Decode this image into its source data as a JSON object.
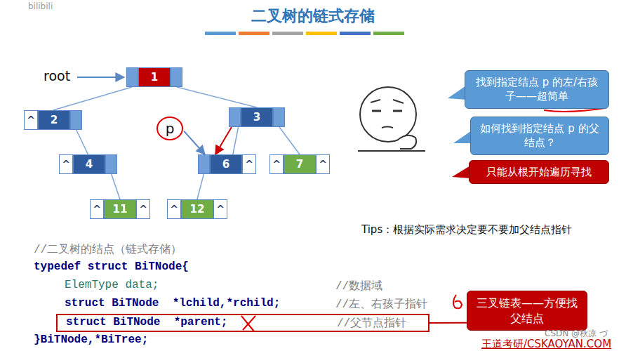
{
  "diagram": {
    "title": "二叉树的链式存储",
    "nodes": [
      {
        "text": [
          "1"
        ]
      },
      {
        "text": [
          "^",
          "2"
        ]
      },
      {
        "text": [
          "3"
        ]
      },
      {
        "text": [
          "p"
        ]
      },
      {
        "text": [
          "^",
          "4"
        ]
      },
      {
        "text": [
          "6",
          "^"
        ]
      },
      {
        "text": [
          "^",
          "7",
          "^"
        ]
      },
      {
        "text": [
          "^",
          "11",
          "^"
        ]
      },
      {
        "text": [
          "^",
          "12",
          "^"
        ]
      },
      {
        "text": [
          "找到指定结点 p 的左/右孩子——超简单"
        ]
      },
      {
        "text": [
          "如何找到指定结点 p 的父结点？"
        ]
      },
      {
        "text": [
          "只能从根开始遍历寻找"
        ]
      },
      {
        "text": [
          "struct BiTNode  *parent;",
          "//父节点指针"
        ]
      },
      {
        "text": [
          "三叉链表——方便找父结点"
        ]
      }
    ],
    "edges": [
      {
        "from": 0,
        "to": 1,
        "arrow": "none"
      },
      {
        "from": 0,
        "to": 2,
        "arrow": "none"
      },
      {
        "from": 1,
        "to": 4,
        "arrow": "none"
      },
      {
        "from": 4,
        "to": 7,
        "arrow": "none"
      },
      {
        "from": 2,
        "to": 5,
        "arrow": "none"
      },
      {
        "from": 2,
        "to": 6,
        "arrow": "none"
      },
      {
        "from": 5,
        "to": 8,
        "arrow": "none"
      },
      {
        "from": 2,
        "to": 5,
        "arrow": "to"
      },
      {
        "from": 3,
        "to": 5,
        "arrow": "to"
      },
      {
        "from": 12,
        "to": 13,
        "arrow": "none"
      }
    ],
    "labels": [
      "root",
      "Tips：根据实际需求决定要不要加父结点指针",
      "//二叉树的结点（链式存储）",
      "typedef struct BiTNode{",
      "ElemType data;",
      "//数据域",
      "struct BiTNode  *lchild,*rchild;",
      "//左、右孩子指针",
      "}BiTNode,*BiTree;",
      "CSDN @秋凉 づ",
      "王道考研/CSKAOYAN.COM",
      "bilibili"
    ]
  }
}
